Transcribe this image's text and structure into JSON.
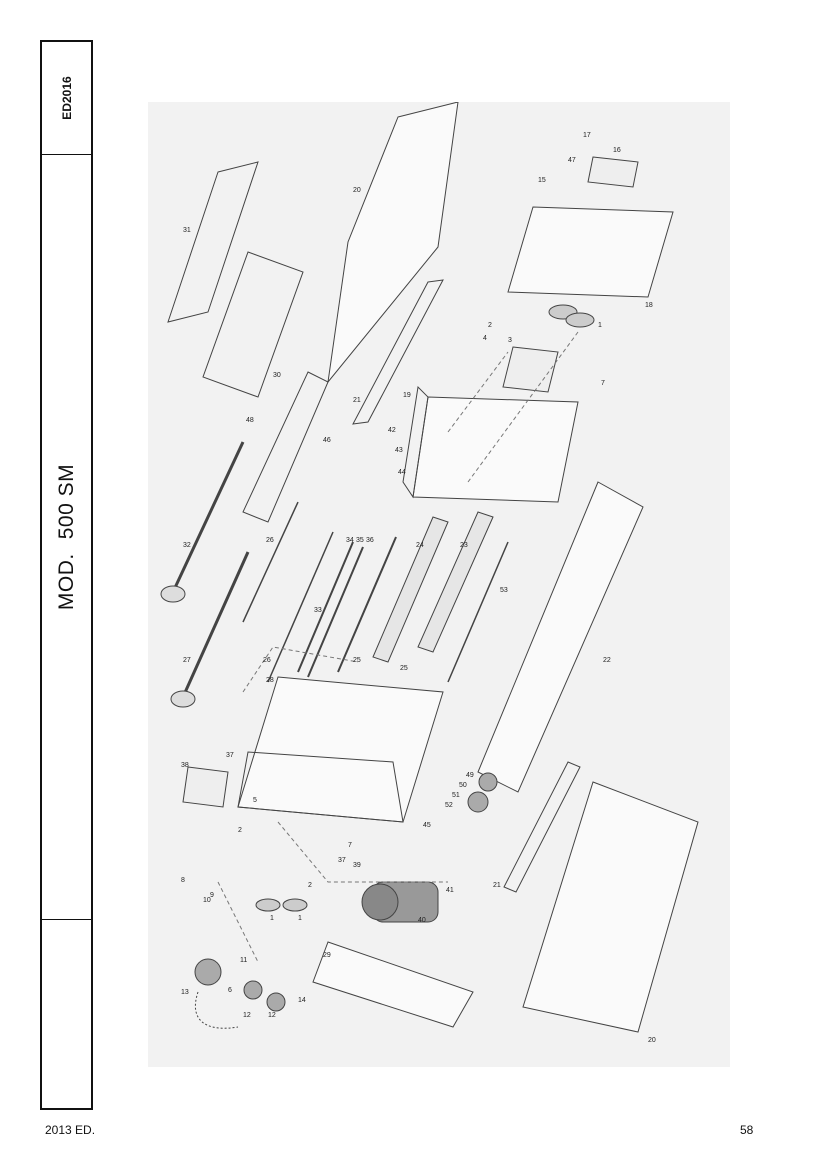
{
  "sidebar": {
    "code": "ED2016",
    "model_prefix": "MOD.",
    "model_name": "500 SM"
  },
  "footer": {
    "edition": "2013 ED.",
    "page_number": "58"
  },
  "diagram": {
    "part_numbers": [
      "1",
      "2",
      "3",
      "4",
      "5",
      "6",
      "7",
      "8",
      "9",
      "10",
      "11",
      "12",
      "13",
      "14",
      "15",
      "16",
      "17",
      "18",
      "19",
      "20",
      "21",
      "22",
      "23",
      "24",
      "25",
      "26",
      "27",
      "28",
      "29",
      "30",
      "31",
      "32",
      "33",
      "34",
      "35",
      "36",
      "37",
      "38",
      "39",
      "40",
      "41",
      "42",
      "43",
      "44",
      "45",
      "46",
      "47",
      "48",
      "49",
      "50",
      "51",
      "52",
      "53"
    ],
    "line_color": "#444444",
    "background_color": "#f2f2f2"
  }
}
